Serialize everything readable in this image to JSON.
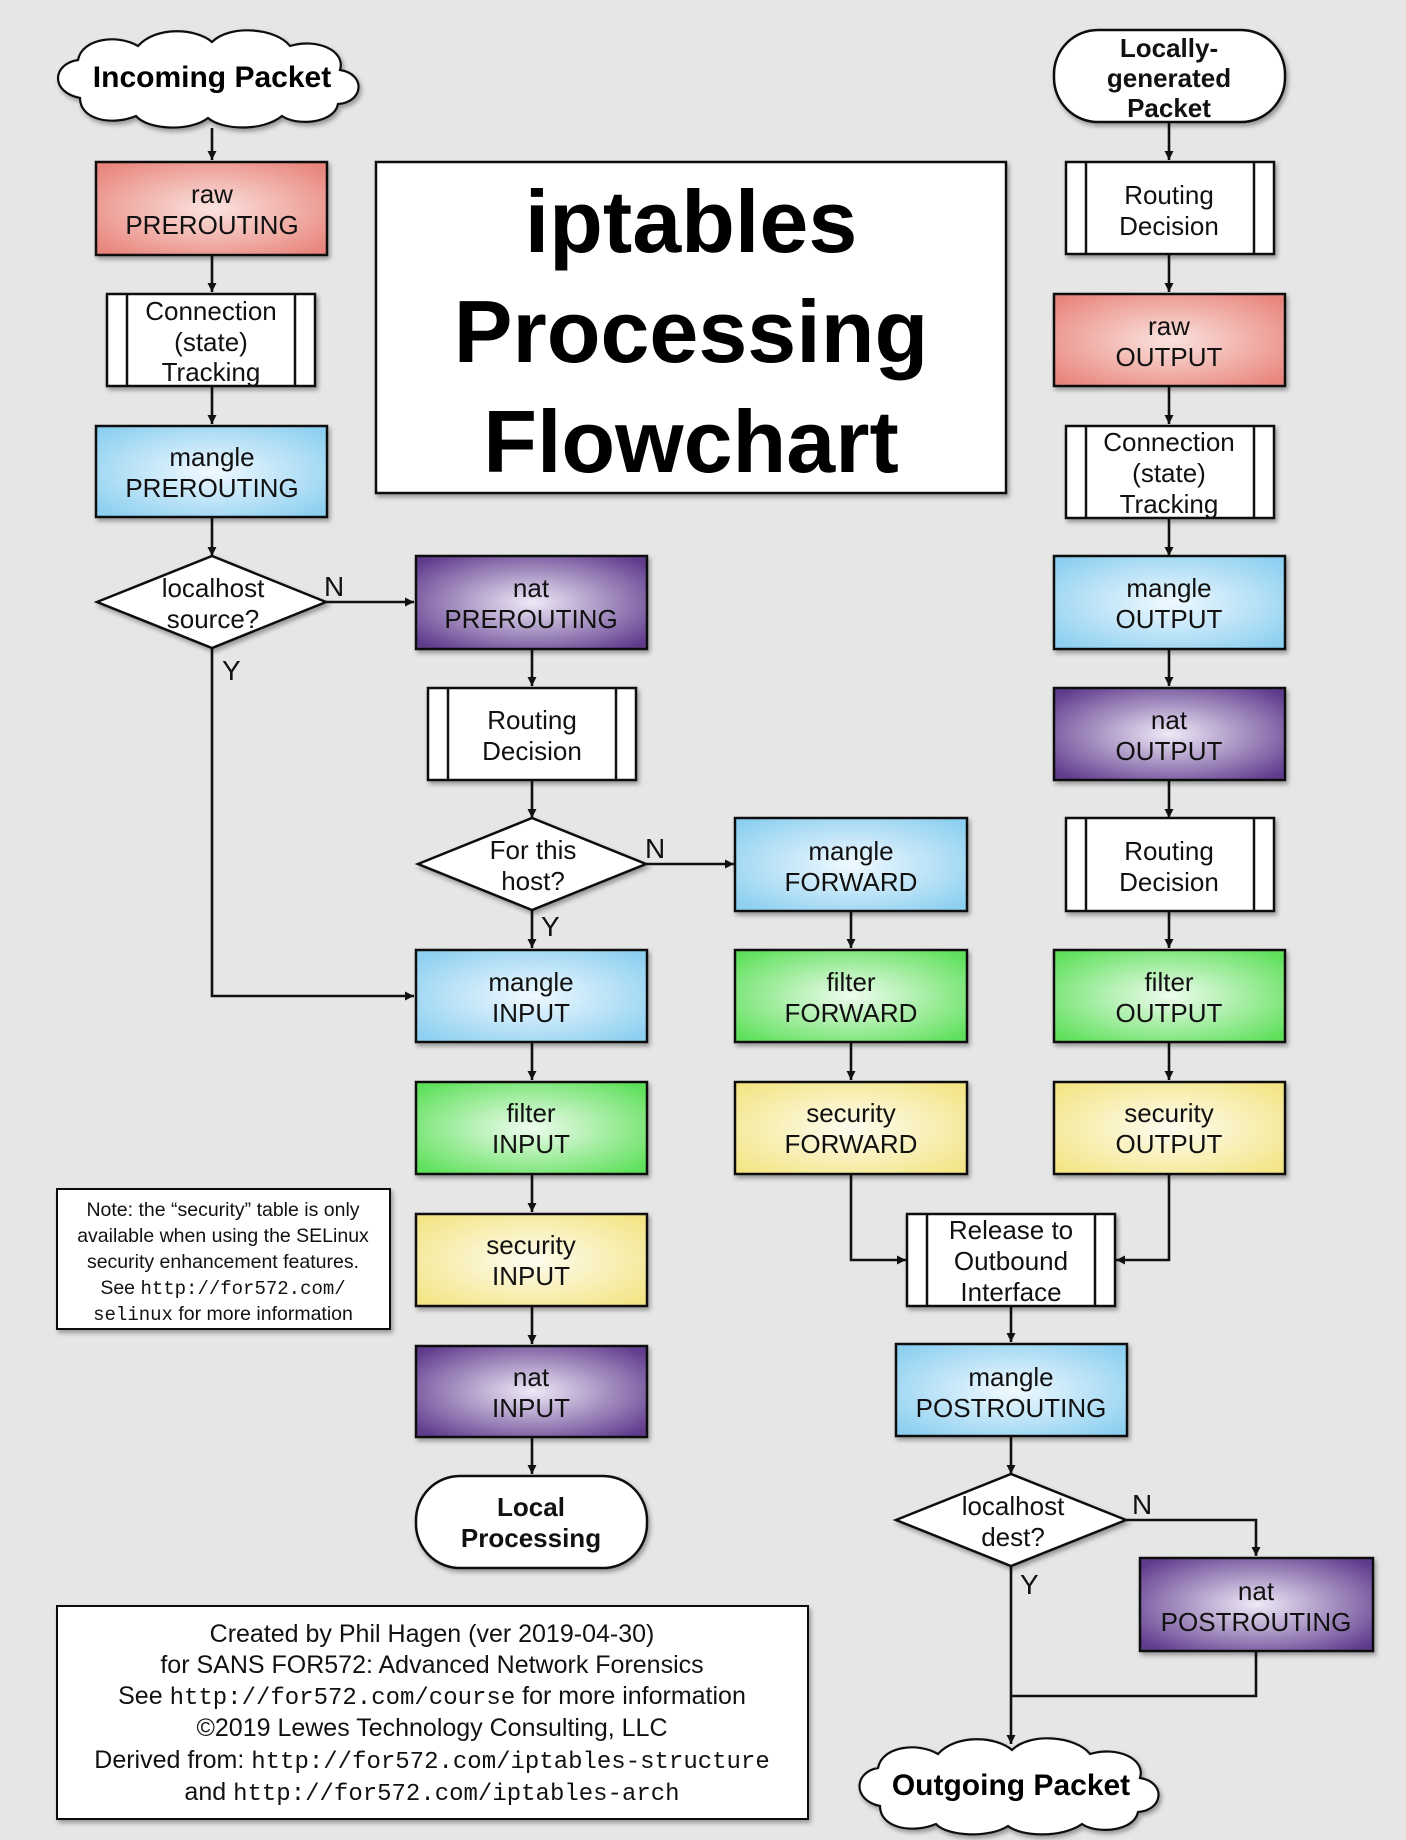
{
  "colors": {
    "background": "#e6e6e6",
    "raw": "#e8857c",
    "mangle": "#8ccff0",
    "nat": "#5e3a8c",
    "filter": "#5ee05a",
    "security": "#f3e585"
  },
  "title": {
    "line1": "iptables",
    "line2": "Processing",
    "line3": "Flowchart"
  },
  "incoming": {
    "start": "Incoming Packet",
    "raw_prerouting": {
      "l1": "raw",
      "l2": "PREROUTING"
    },
    "conntrack": {
      "l1": "Connection",
      "l2": "(state)",
      "l3": "Tracking"
    },
    "mangle_prerouting": {
      "l1": "mangle",
      "l2": "PREROUTING"
    },
    "localhost_source": {
      "l1": "localhost",
      "l2": "source?",
      "no": "N",
      "yes": "Y"
    },
    "nat_prerouting": {
      "l1": "nat",
      "l2": "PREROUTING"
    },
    "routing_decision": {
      "l1": "Routing",
      "l2": "Decision"
    },
    "for_this_host": {
      "l1": "For this",
      "l2": "host?",
      "no": "N",
      "yes": "Y"
    },
    "mangle_input": {
      "l1": "mangle",
      "l2": "INPUT"
    },
    "filter_input": {
      "l1": "filter",
      "l2": "INPUT"
    },
    "security_input": {
      "l1": "security",
      "l2": "INPUT"
    },
    "nat_input": {
      "l1": "nat",
      "l2": "INPUT"
    },
    "local_processing": {
      "l1": "Local",
      "l2": "Processing"
    }
  },
  "forward": {
    "mangle_forward": {
      "l1": "mangle",
      "l2": "FORWARD"
    },
    "filter_forward": {
      "l1": "filter",
      "l2": "FORWARD"
    },
    "security_forward": {
      "l1": "security",
      "l2": "FORWARD"
    }
  },
  "local_out": {
    "start": {
      "l1": "Locally-",
      "l2": "generated",
      "l3": "Packet"
    },
    "routing_decision_1": {
      "l1": "Routing",
      "l2": "Decision"
    },
    "raw_output": {
      "l1": "raw",
      "l2": "OUTPUT"
    },
    "conntrack": {
      "l1": "Connection",
      "l2": "(state)",
      "l3": "Tracking"
    },
    "mangle_output": {
      "l1": "mangle",
      "l2": "OUTPUT"
    },
    "nat_output": {
      "l1": "nat",
      "l2": "OUTPUT"
    },
    "routing_decision_2": {
      "l1": "Routing",
      "l2": "Decision"
    },
    "filter_output": {
      "l1": "filter",
      "l2": "OUTPUT"
    },
    "security_output": {
      "l1": "security",
      "l2": "OUTPUT"
    }
  },
  "outbound": {
    "release": {
      "l1": "Release to",
      "l2": "Outbound",
      "l3": "Interface"
    },
    "mangle_postrouting": {
      "l1": "mangle",
      "l2": "POSTROUTING"
    },
    "localhost_dest": {
      "l1": "localhost",
      "l2": "dest?",
      "no": "N",
      "yes": "Y"
    },
    "nat_postrouting": {
      "l1": "nat",
      "l2": "POSTROUTING"
    },
    "end": "Outgoing Packet"
  },
  "note": {
    "l1": "Note: the “security” table is only",
    "l2": "available when using the SELinux",
    "l3": "security enhancement features.",
    "l4a": "See ",
    "l4b": "http://for572.com/",
    "l5a": "selinux",
    "l5b": " for more information"
  },
  "credits": {
    "l1": "Created by Phil Hagen (ver 2019-04-30)",
    "l2": "for SANS FOR572: Advanced Network Forensics",
    "l3a": "See ",
    "l3b": "http://for572.com/course",
    "l3c": " for more information",
    "l4": "©2019 Lewes Technology Consulting, LLC",
    "l5a": "Derived from: ",
    "l5b": "http://for572.com/iptables-structure",
    "l6a": "and ",
    "l6b": "http://for572.com/iptables-arch"
  }
}
